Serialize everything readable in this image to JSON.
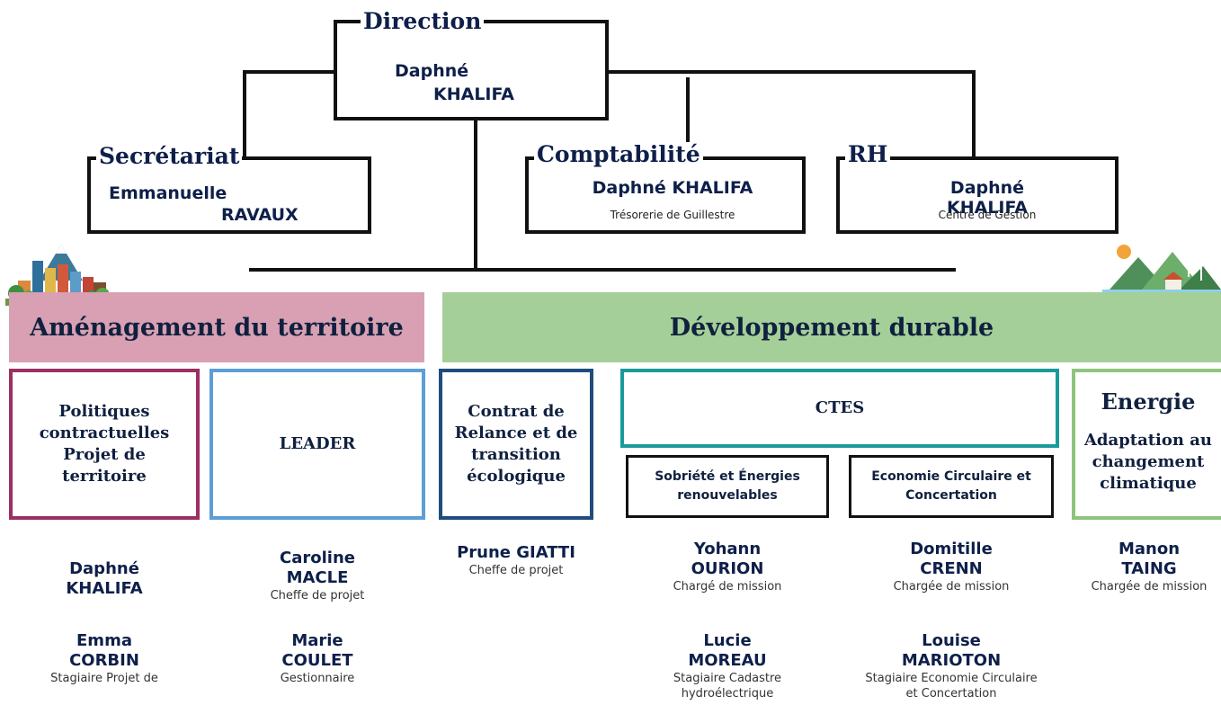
{
  "direction": {
    "legend": "Direction",
    "name_line1": "Daphné",
    "name_line2": "KHALIFA"
  },
  "secretariat": {
    "legend": "Secrétariat",
    "name_line1": "Emmanuelle",
    "name_line2": "RAVAUX"
  },
  "comptabilite": {
    "legend": "Comptabilité",
    "name": "Daphné KHALIFA",
    "detail": "Trésorerie de Guillestre"
  },
  "rh": {
    "legend": "RH",
    "name": "Daphné KHALIFA",
    "detail": "Centre de Gestion"
  },
  "colors": {
    "amenagement": "#d8a0b2",
    "developpement": "#a5cf98",
    "politiques_border": "#9c2f62",
    "leader_border": "#5b9fd6",
    "contrat_border": "#1e4d7e",
    "ctes_border": "#1a9a9a",
    "energie_border": "#8ec47c"
  },
  "bands": {
    "amenagement": "Aménagement du territoire",
    "developpement": "Développement durable"
  },
  "categories": {
    "politiques": [
      "Politiques",
      "contractuelles",
      "Projet de",
      "territoire"
    ],
    "leader": "LEADER",
    "contrat": [
      "Contrat de",
      "Relance et de",
      "transition",
      "écologique"
    ],
    "ctes": "CTES",
    "sobriete": [
      "Sobriété et Énergies",
      "renouvelables"
    ],
    "economie": [
      "Economie Circulaire et",
      "Concertation"
    ],
    "energie_title": "Energie",
    "energie_sub": [
      "Adaptation au",
      "changement",
      "climatique"
    ]
  },
  "people": {
    "daphne": {
      "first": "Daphné",
      "last": "KHALIFA"
    },
    "emma": {
      "first": "Emma",
      "last": "CORBIN",
      "role": "Stagiaire Projet de"
    },
    "caroline": {
      "first": "Caroline",
      "last": "MACLE",
      "role": "Cheffe de projet"
    },
    "marie": {
      "first": "Marie",
      "last": "COULET",
      "role": "Gestionnaire"
    },
    "prune": {
      "name": "Prune GIATTI",
      "role": "Cheffe de projet"
    },
    "yohann": {
      "first": "Yohann",
      "last": "OURION",
      "role": "Chargé de mission"
    },
    "lucie": {
      "first": "Lucie",
      "last": "MOREAU",
      "role1": "Stagiaire Cadastre",
      "role2": "hydroélectrique"
    },
    "domitille": {
      "first": "Domitille",
      "last": "CRENN",
      "role": "Chargée de mission"
    },
    "louise": {
      "first": "Louise",
      "last": "MARIOTON",
      "role1": "Stagiaire Economie Circulaire",
      "role2": "et Concertation"
    },
    "manon": {
      "first": "Manon",
      "last": "TAING",
      "role": "Chargée de mission"
    }
  },
  "icons": {
    "city": "city-illustration-icon",
    "nature": "landscape-illustration-icon"
  }
}
